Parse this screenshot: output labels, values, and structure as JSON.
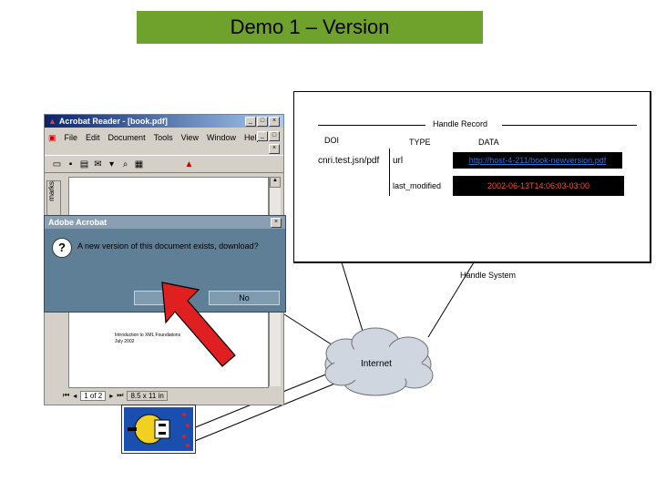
{
  "slide": {
    "title": "Demo 1 – Version"
  },
  "handle_record": {
    "title": "Handle Record",
    "col_doi": "DOI",
    "col_type": "TYPE",
    "col_data": "DATA",
    "doi_value": "cnri.test.jsn/pdf",
    "rows": [
      {
        "type": "url",
        "data": "http://host-4-211/book-newversion.pdf"
      },
      {
        "type": "last_modified",
        "data": "2002-06-13T14:06:03-03:00"
      }
    ],
    "system_label": "Handle System"
  },
  "cloud": {
    "label": "Internet"
  },
  "acrobat": {
    "window_title": "Acrobat Reader - [book.pdf]",
    "menu": [
      "File",
      "Edit",
      "Document",
      "Tools",
      "View",
      "Window",
      "Help"
    ],
    "side_tab": "marks",
    "page_text_1": "Introduction to XML Foundations",
    "page_text_2": "July 2002",
    "status_page": "1 of 2",
    "status_size": "8.5 x 11 in"
  },
  "dialog": {
    "title": "Adobe Acrobat",
    "message": "A new version of this document exists, download?",
    "yes_label": "",
    "no_label": "No",
    "icon": "question-icon"
  },
  "colors": {
    "title_bg": "#6ea22c",
    "arrow": "#e02020",
    "url_text": "#3a6fd8",
    "date_text": "#ff4a2a"
  }
}
